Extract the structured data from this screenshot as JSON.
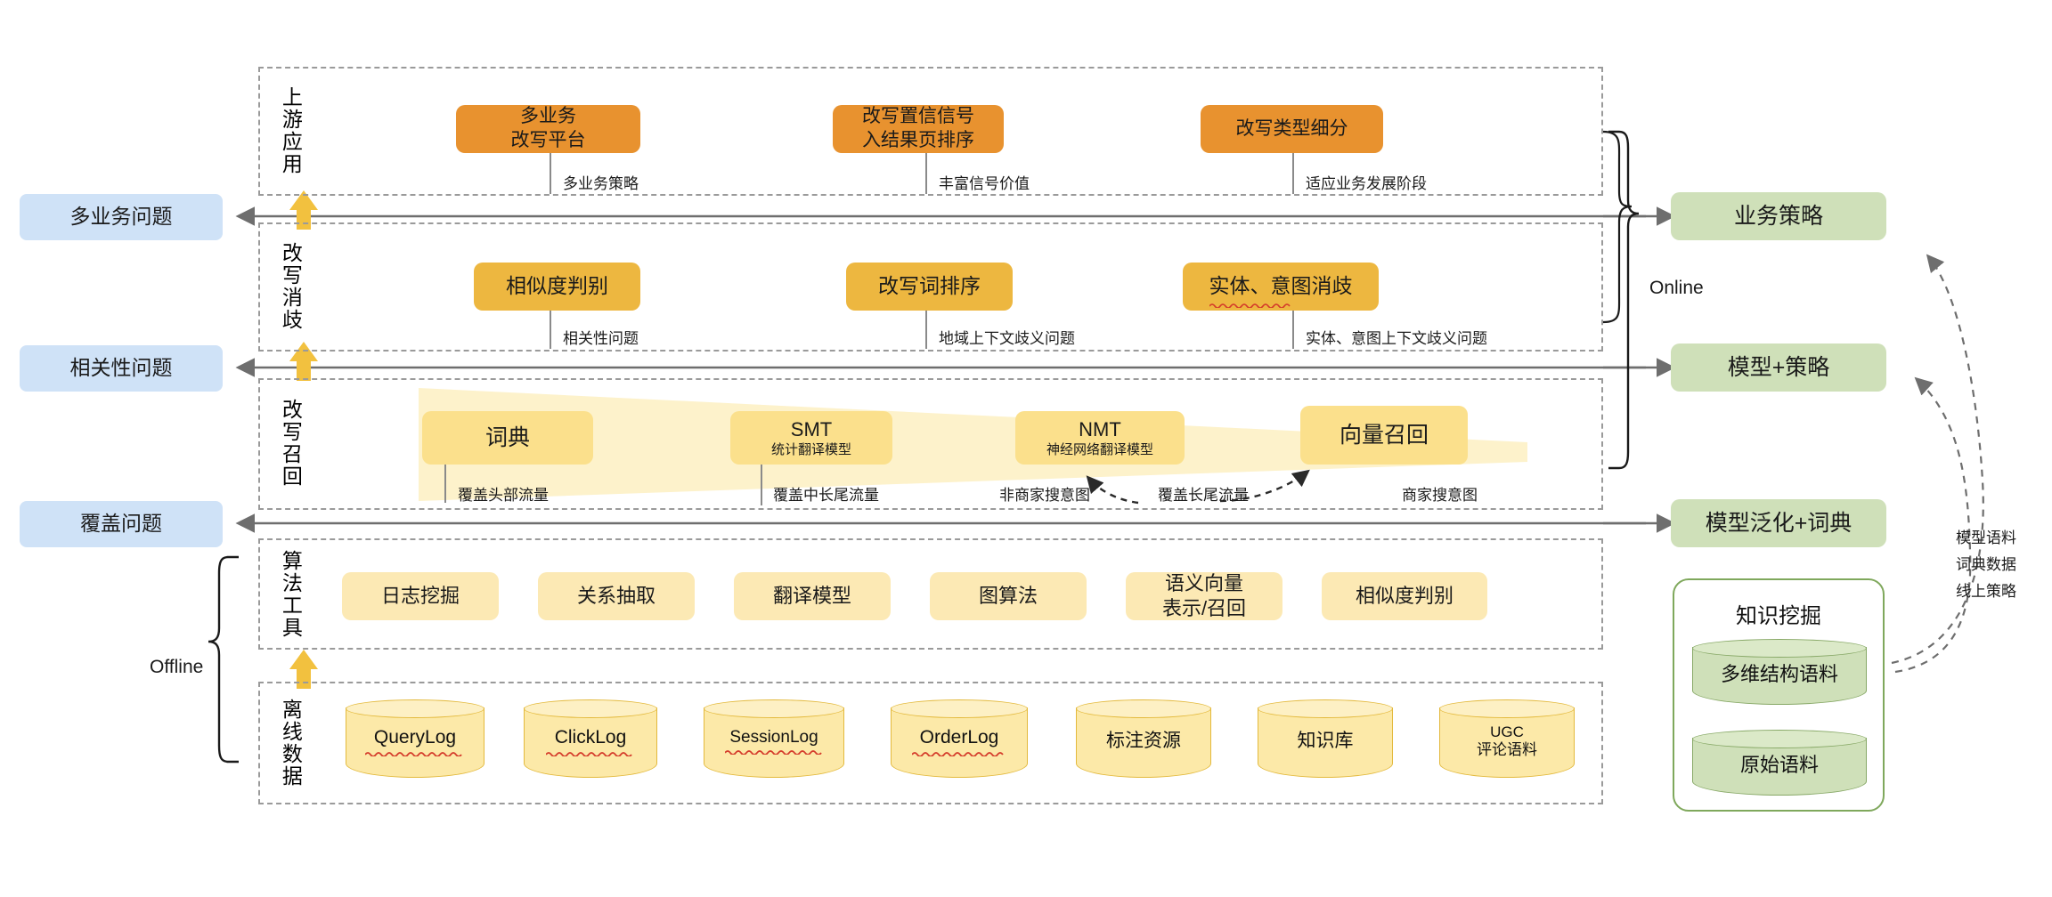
{
  "diagram": {
    "title": "Query Rewrite System Architecture",
    "colors": {
      "orange": "#e8922f",
      "amber": "#edb740",
      "light_yellow": "#fbe08c",
      "pale_yellow": "#fce9b4",
      "blue": "#cfe2f7",
      "green": "#cfe0b9",
      "green_border": "#7fa85c",
      "dash_gray": "#9a9a9a",
      "arrow_gray": "#6e6e6e"
    }
  },
  "left_problems": [
    {
      "label": "多业务问题"
    },
    {
      "label": "相关性问题"
    },
    {
      "label": "覆盖问题"
    }
  ],
  "rows": [
    {
      "vlabel": "上游应用",
      "name": "upstream-application",
      "nodes": [
        {
          "title": "多业务",
          "sub": "改写平台"
        },
        {
          "title": "改写置信信号",
          "sub": "入结果页排序"
        },
        {
          "title": "改写类型细分",
          "sub": ""
        }
      ],
      "captions": [
        "多业务策略",
        "丰富信号价值",
        "适应业务发展阶段"
      ]
    },
    {
      "vlabel": "改写消歧",
      "name": "rewrite-disambiguation",
      "nodes": [
        {
          "title": "相似度判别",
          "sub": ""
        },
        {
          "title": "改写词排序",
          "sub": ""
        },
        {
          "title": "实体、意图消歧",
          "sub": ""
        }
      ],
      "captions": [
        "相关性问题",
        "地域上下文歧义问题",
        "实体、意图上下文歧义问题"
      ]
    },
    {
      "vlabel": "改写召回",
      "name": "rewrite-recall",
      "nodes": [
        {
          "title": "词典",
          "sub": ""
        },
        {
          "title": "SMT",
          "sub": "统计翻译模型"
        },
        {
          "title": "NMT",
          "sub": "神经网络翻译模型"
        },
        {
          "title": "向量召回",
          "sub": ""
        }
      ],
      "captions": [
        "覆盖头部流量",
        "覆盖中长尾流量",
        "非商家搜意图",
        "覆盖长尾流量",
        "商家搜意图"
      ]
    },
    {
      "vlabel": "算法工具",
      "name": "algorithm-tools",
      "nodes": [
        {
          "title": "日志挖掘",
          "sub": ""
        },
        {
          "title": "关系抽取",
          "sub": ""
        },
        {
          "title": "翻译模型",
          "sub": ""
        },
        {
          "title": "图算法",
          "sub": ""
        },
        {
          "title": "语义向量",
          "sub": "表示/召回"
        },
        {
          "title": "相似度判别",
          "sub": ""
        }
      ],
      "captions": []
    },
    {
      "vlabel": "离线数据",
      "name": "offline-data",
      "nodes": [
        {
          "title": "QueryLog",
          "sub": "",
          "misspelled": true
        },
        {
          "title": "ClickLog",
          "sub": "",
          "misspelled": true
        },
        {
          "title": "SessionLog",
          "sub": "",
          "misspelled": true
        },
        {
          "title": "OrderLog",
          "sub": "",
          "misspelled": true
        },
        {
          "title": "标注资源",
          "sub": ""
        },
        {
          "title": "知识库",
          "sub": ""
        },
        {
          "title": "UGC",
          "sub": "评论语料"
        }
      ],
      "captions": []
    }
  ],
  "right_outputs": [
    {
      "label": "业务策略"
    },
    {
      "label": "模型+策略"
    },
    {
      "label": "模型泛化+词典"
    }
  ],
  "brace_labels": {
    "online": "Online",
    "offline": "Offline"
  },
  "knowledge_panel": {
    "title": "知识挖掘",
    "top_store": "多维结构语料",
    "bottom_store": "原始语料"
  },
  "feedback_labels": [
    "模型语料",
    "词典数据",
    "线上策略"
  ]
}
